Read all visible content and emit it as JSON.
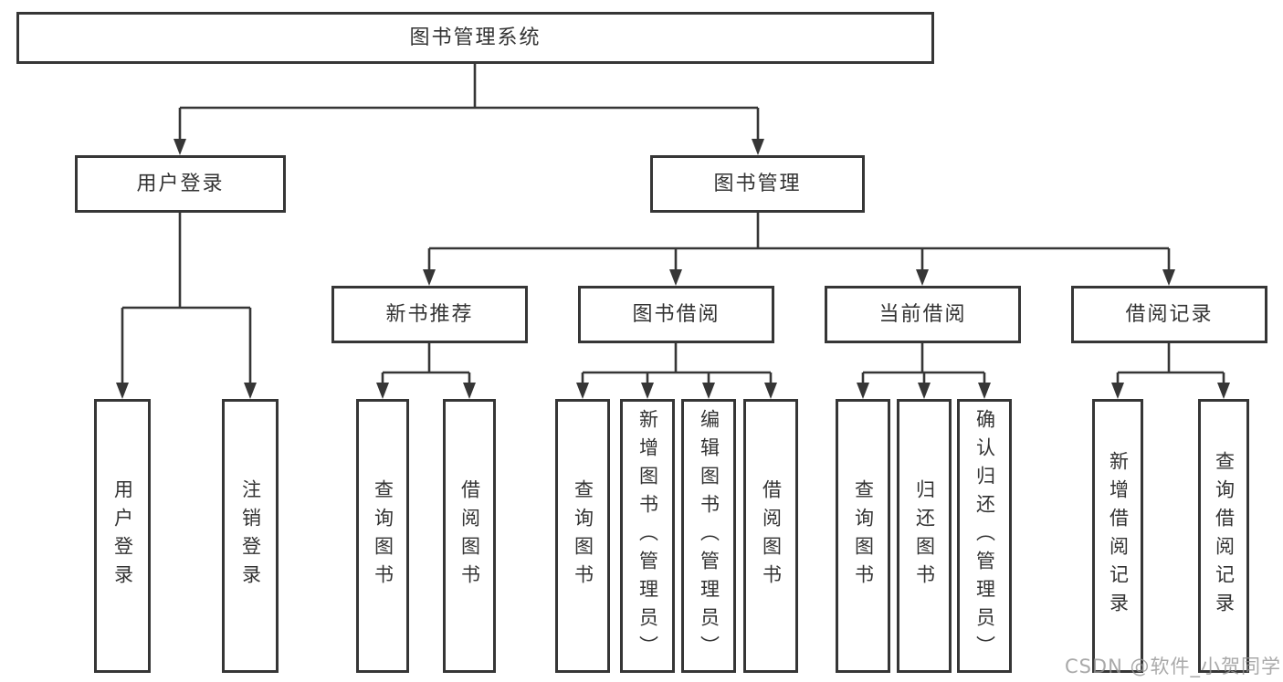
{
  "diagram": {
    "type": "hierarchy-tree",
    "nodes": {
      "root": "图书管理系统",
      "user_login": "用户登录",
      "book_management": "图书管理",
      "new_book_recommend": "新书推荐",
      "book_borrow": "图书借阅",
      "current_borrow": "当前借阅",
      "borrow_record": "借阅记录",
      "leaf_user_login": "用户登录",
      "leaf_logout": "注销登录",
      "leaf_nbr_query_book": "查询图书",
      "leaf_nbr_borrow_book": "借阅图书",
      "leaf_bb_query_book": "查询图书",
      "leaf_bb_add_book": "新增图书（管理员）",
      "leaf_bb_edit_book": "编辑图书（管理员）",
      "leaf_bb_borrow_book": "借阅图书",
      "leaf_cb_query_book": "查询图书",
      "leaf_cb_return_book": "归还图书",
      "leaf_cb_confirm_return": "确认归还（管理员）",
      "leaf_br_add_record": "新增借阅记录",
      "leaf_br_query_record": "查询借阅记录"
    },
    "edges": [
      [
        "图书管理系统",
        "用户登录"
      ],
      [
        "图书管理系统",
        "图书管理"
      ],
      [
        "用户登录",
        "用户登录"
      ],
      [
        "用户登录",
        "注销登录"
      ],
      [
        "图书管理",
        "新书推荐"
      ],
      [
        "图书管理",
        "图书借阅"
      ],
      [
        "图书管理",
        "当前借阅"
      ],
      [
        "图书管理",
        "借阅记录"
      ],
      [
        "新书推荐",
        "查询图书"
      ],
      [
        "新书推荐",
        "借阅图书"
      ],
      [
        "图书借阅",
        "查询图书"
      ],
      [
        "图书借阅",
        "新增图书（管理员）"
      ],
      [
        "图书借阅",
        "编辑图书（管理员）"
      ],
      [
        "图书借阅",
        "借阅图书"
      ],
      [
        "当前借阅",
        "查询图书"
      ],
      [
        "当前借阅",
        "归还图书"
      ],
      [
        "当前借阅",
        "确认归还（管理员）"
      ],
      [
        "借阅记录",
        "新增借阅记录"
      ],
      [
        "借阅记录",
        "查询借阅记录"
      ]
    ],
    "colors": {
      "line": "#363636",
      "text": "#333333",
      "background": "#ffffff",
      "watermark": "#949494"
    }
  },
  "watermark": "CSDN @软件_小贺同学"
}
